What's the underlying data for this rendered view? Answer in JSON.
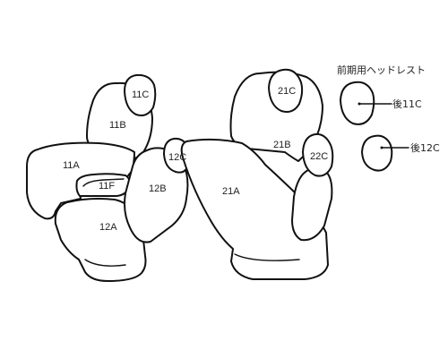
{
  "labels": {
    "p11C": "11C",
    "p11B": "11B",
    "p11A": "11A",
    "p11F": "11F",
    "p12A": "12A",
    "p12B": "12B",
    "p12C": "12C",
    "p21C": "21C",
    "p21B": "21B",
    "p22C": "22C",
    "p21A": "21A"
  },
  "headrest_legend": {
    "title": "前期用ヘッドレスト",
    "rear_11C": "後11C",
    "rear_12C": "後12C"
  }
}
